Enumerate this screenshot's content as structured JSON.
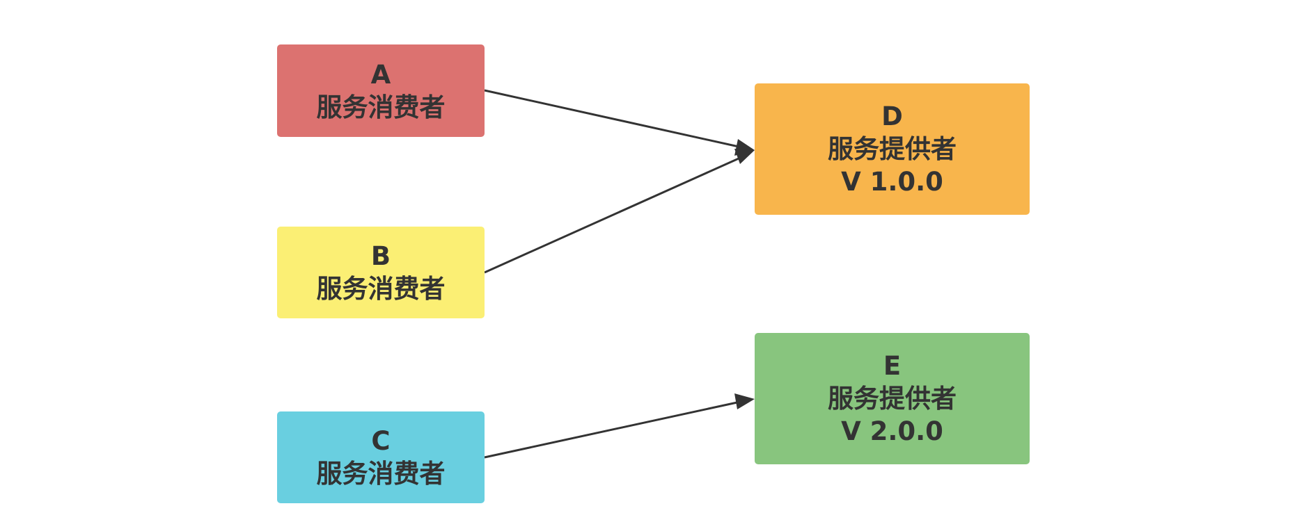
{
  "nodes": {
    "a": {
      "letter": "A",
      "role": "服务消费者",
      "color": "#dc7270"
    },
    "b": {
      "letter": "B",
      "role": "服务消费者",
      "color": "#fbef74"
    },
    "c": {
      "letter": "C",
      "role": "服务消费者",
      "color": "#69cfe0"
    },
    "d": {
      "letter": "D",
      "role": "服务提供者",
      "version": "V 1.0.0",
      "color": "#f8b54c"
    },
    "e": {
      "letter": "E",
      "role": "服务提供者",
      "version": "V 2.0.0",
      "color": "#88c57e"
    }
  },
  "edges": [
    {
      "from": "A",
      "to": "D"
    },
    {
      "from": "B",
      "to": "D"
    },
    {
      "from": "C",
      "to": "E"
    }
  ],
  "colors": {
    "arrow": "#333333",
    "text": "#333333",
    "background": "#ffffff"
  }
}
